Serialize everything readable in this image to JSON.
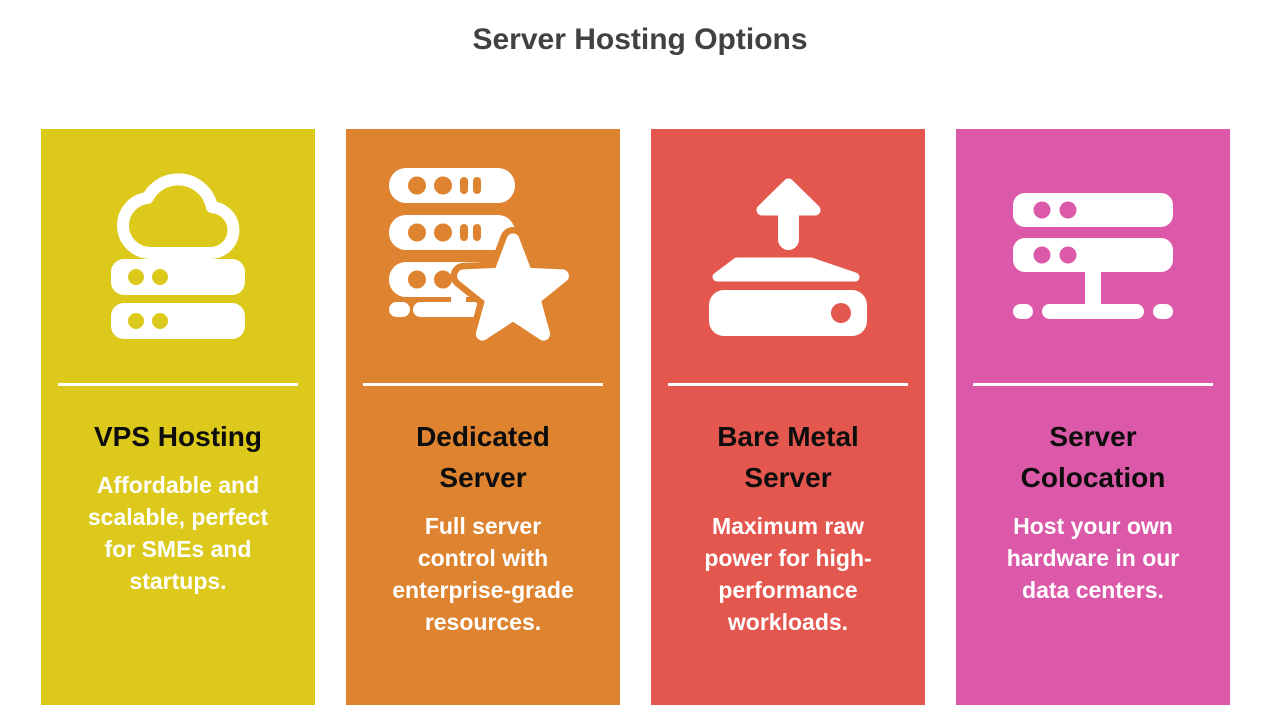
{
  "page": {
    "title": "Server Hosting Options",
    "title_color": "#414141",
    "background": "#ffffff"
  },
  "cards": [
    {
      "title": "VPS Hosting",
      "description": "Affordable and\nscalable, perfect\nfor SMEs and\nstartups.",
      "color": "#dcc91b",
      "icon": "cloud-server-icon",
      "title_color": "#0d0d0d",
      "text_color": "#ffffff"
    },
    {
      "title": "Dedicated\nServer",
      "description": "Full server\ncontrol with\nenterprise-grade\nresources.",
      "color": "#de8431",
      "icon": "server-stack-star-icon",
      "title_color": "#0d0d0d",
      "text_color": "#ffffff"
    },
    {
      "title": "Bare Metal\nServer",
      "description": "Maximum raw\npower for high-\nperformance\nworkloads.",
      "color": "#e4574f",
      "icon": "upload-server-box-icon",
      "title_color": "#0d0d0d",
      "text_color": "#ffffff"
    },
    {
      "title": "Server\nColocation",
      "description": "Host your own\nhardware in our\ndata centers.",
      "color": "#db59a8",
      "icon": "server-rack-stand-icon",
      "title_color": "#0d0d0d",
      "text_color": "#ffffff"
    }
  ]
}
